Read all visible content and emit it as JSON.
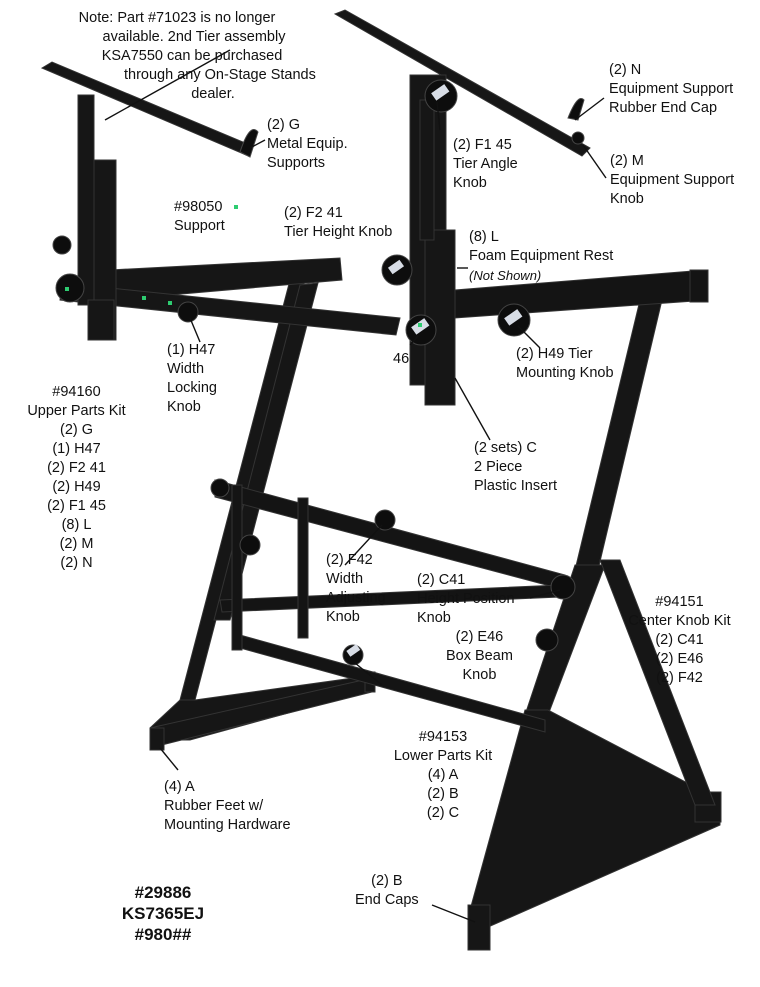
{
  "note": {
    "line1": "Note: Part #71023 is no longer",
    "line2": "available. 2nd Tier assembly",
    "line3": "KSA7550 can be purchased",
    "line4": "through any On-Stage Stands",
    "line5": "dealer."
  },
  "callouts": {
    "g": [
      "(2) G",
      "Metal Equip.",
      "Supports"
    ],
    "n": [
      "(2) N",
      "Equipment Support",
      "Rubber End Cap"
    ],
    "m": [
      "(2) M",
      "Equipment Support",
      "Knob"
    ],
    "f1": [
      "(2) F1 45",
      "Tier Angle",
      "Knob"
    ],
    "support": [
      "#98050",
      "Support"
    ],
    "f2": [
      "(2) F2 41",
      "Tier Height Knob"
    ],
    "l": [
      "(8) L",
      "Foam Equipment Rest",
      "(Not Shown)"
    ],
    "h47": [
      "(1) H47",
      "Width",
      "Locking",
      "Knob"
    ],
    "n46": "46",
    "h49": [
      "(2) H49 Tier",
      "Mounting Knob"
    ],
    "c": [
      "(2 sets) C",
      "2 Piece",
      "Plastic Insert"
    ],
    "f42": [
      "(2) F42",
      "Width",
      "Adjusting",
      "Knob"
    ],
    "c41": [
      "(2) C41",
      "Height Position",
      "Knob"
    ],
    "e46": [
      "(2) E46",
      "Box Beam",
      "Knob"
    ],
    "a": [
      "(4) A",
      "Rubber Feet w/",
      "Mounting Hardware"
    ],
    "b": [
      "(2) B",
      "End Caps"
    ]
  },
  "kits": {
    "upper": {
      "title": [
        "#94160",
        "Upper Parts Kit"
      ],
      "items": [
        "(2) G",
        "(1) H47",
        "(2) F2 41",
        "(2) H49",
        "(2) F1 45",
        "(8) L",
        "(2) M",
        "(2) N"
      ]
    },
    "center": {
      "title": [
        "#94151",
        "Center Knob Kit"
      ],
      "items": [
        "(2) C41",
        "(2) E46",
        "(2) F42"
      ]
    },
    "lower": {
      "title": [
        "#94153",
        "Lower Parts Kit"
      ],
      "items": [
        "(4) A",
        "(2) B",
        "(2) C"
      ]
    }
  },
  "model": [
    "#29886",
    "KS7365EJ",
    "#980##"
  ],
  "colors": {
    "frame": "#1a1a1a",
    "frame_edge": "#3a3a3a",
    "knob_label": "#d8dde6",
    "marker": "#2ecc71"
  }
}
